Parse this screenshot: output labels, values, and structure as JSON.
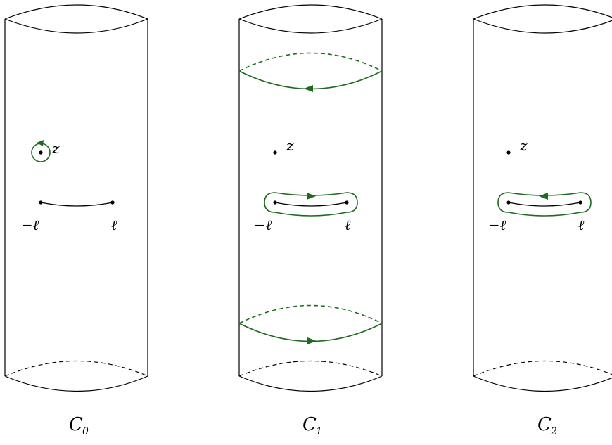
{
  "panels": [
    {
      "caption_letter": "C",
      "caption_sub": "0",
      "labels": {
        "z": "z",
        "minus_ell": "−ℓ",
        "ell": "ℓ"
      }
    },
    {
      "caption_letter": "C",
      "caption_sub": "1",
      "labels": {
        "z": "z",
        "minus_ell": "−ℓ",
        "ell": "ℓ"
      }
    },
    {
      "caption_letter": "C",
      "caption_sub": "2",
      "labels": {
        "z": "z",
        "minus_ell": "−ℓ",
        "ell": "ℓ"
      }
    }
  ],
  "colors": {
    "contour": "#1e6b1e",
    "line": "#000000"
  }
}
